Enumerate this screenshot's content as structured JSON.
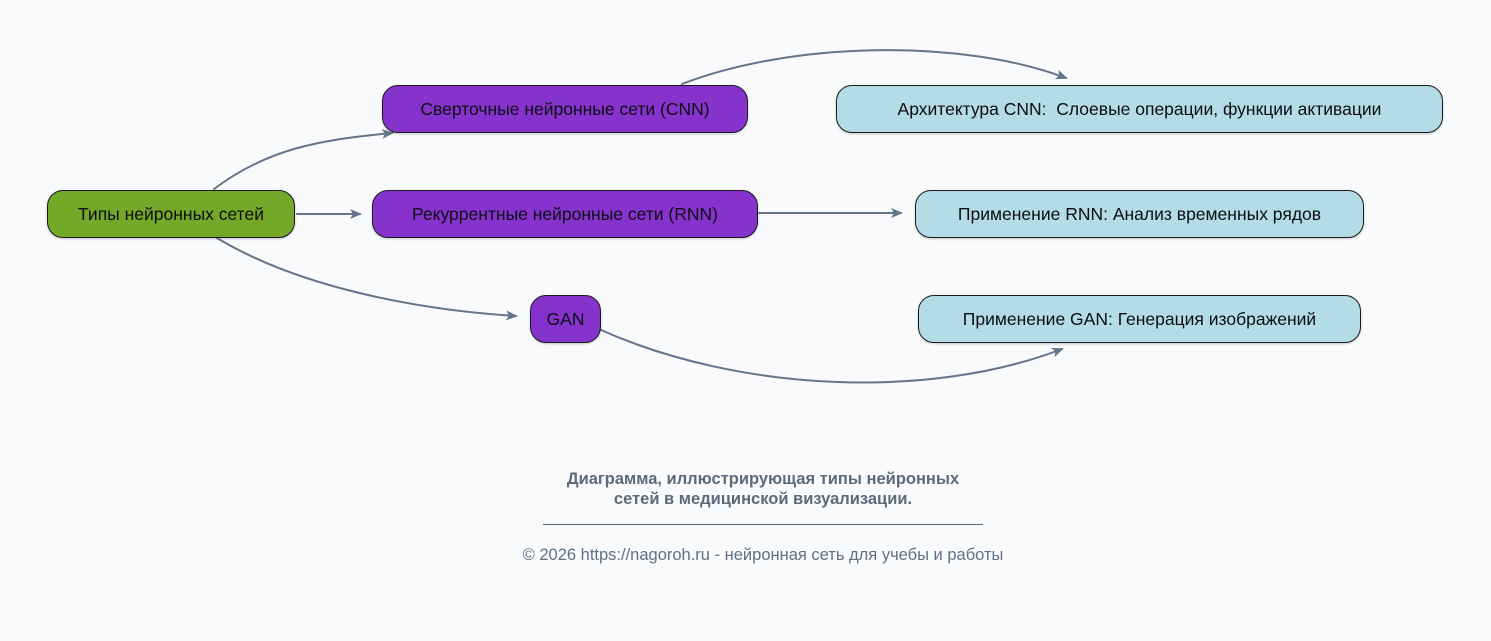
{
  "diagram": {
    "title_semantic": "Типы нейронных сетей в медицинской визуализации",
    "root": {
      "label": "Типы нейронных сетей"
    },
    "types": [
      {
        "id": "cnn",
        "label": "Сверточные нейронные сети (CNN)"
      },
      {
        "id": "rnn",
        "label": "Рекуррентные нейронные сети (RNN)"
      },
      {
        "id": "gan",
        "label": "GAN"
      }
    ],
    "details": [
      {
        "id": "cnn-detail",
        "label": "Архитектура CNN:  Слоевые операции, функции активации"
      },
      {
        "id": "rnn-detail",
        "label": "Применение RNN: Анализ временных рядов"
      },
      {
        "id": "gan-detail",
        "label": "Применение GAN: Генерация изображений"
      }
    ],
    "edges": [
      {
        "from": "root",
        "to": "cnn"
      },
      {
        "from": "root",
        "to": "rnn"
      },
      {
        "from": "root",
        "to": "gan"
      },
      {
        "from": "cnn",
        "to": "cnn-detail"
      },
      {
        "from": "rnn",
        "to": "rnn-detail"
      },
      {
        "from": "gan",
        "to": "gan-detail"
      }
    ],
    "colors": {
      "root_fill": "#73a829",
      "type_fill": "#8632cc",
      "detail_fill": "#b4dce6",
      "node_border": "#1b1b1b",
      "edge_stroke": "#64748b",
      "background": "#f9fafb",
      "footer_text": "#5b6b7c"
    }
  },
  "footer": {
    "caption_line1": "Диаграмма, иллюстрирующая типы нейронных",
    "caption_line2": "сетей в медицинской визуализации.",
    "copyright": "© 2026 https://nagoroh.ru - нейронная сеть для учебы и работы"
  }
}
